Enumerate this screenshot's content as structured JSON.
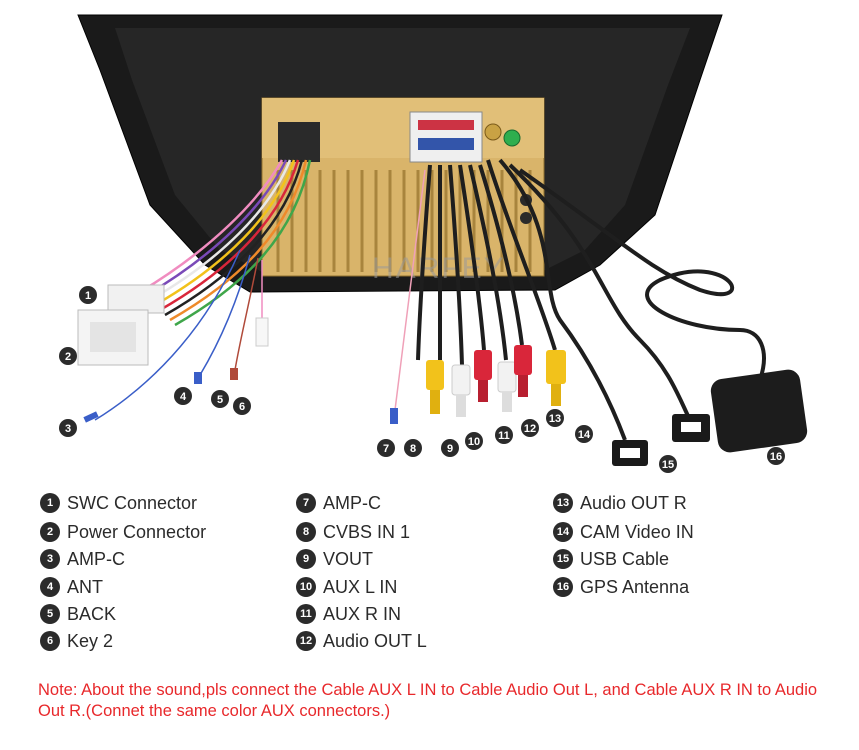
{
  "brand_watermark": "HARFEY",
  "callouts": [
    "1",
    "2",
    "3",
    "4",
    "5",
    "6",
    "7",
    "8",
    "9",
    "10",
    "11",
    "12",
    "13",
    "14",
    "15",
    "16"
  ],
  "legend": [
    {
      "num": "1",
      "label": "SWC Connector"
    },
    {
      "num": "2",
      "label": "Power Connector"
    },
    {
      "num": "3",
      "label": "AMP-C"
    },
    {
      "num": "4",
      "label": "ANT"
    },
    {
      "num": "5",
      "label": "BACK"
    },
    {
      "num": "6",
      "label": "Key 2"
    },
    {
      "num": "7",
      "label": "AMP-C"
    },
    {
      "num": "8",
      "label": "CVBS IN 1"
    },
    {
      "num": "9",
      "label": "VOUT"
    },
    {
      "num": "10",
      "label": "AUX L IN"
    },
    {
      "num": "11",
      "label": "AUX R IN"
    },
    {
      "num": "12",
      "label": "Audio OUT L"
    },
    {
      "num": "13",
      "label": "Audio OUT R"
    },
    {
      "num": "14",
      "label": "CAM Video IN"
    },
    {
      "num": "15",
      "label": "USB Cable"
    },
    {
      "num": "16",
      "label": "GPS Antenna"
    }
  ],
  "note": "Note: About the sound,pls connect the Cable AUX L IN to Cable Audio Out L, and Cable AUX R IN to  Audio Out R.(Connet the same color AUX connectors.)",
  "colors": {
    "frame": "#1a1a1a",
    "chassis": "#d9b46a",
    "rca_yellow": "#f2c21b",
    "rca_white": "#f2f2f2",
    "rca_red": "#d9263a",
    "note_red": "#e8282b",
    "badge": "#2b2b2b"
  }
}
